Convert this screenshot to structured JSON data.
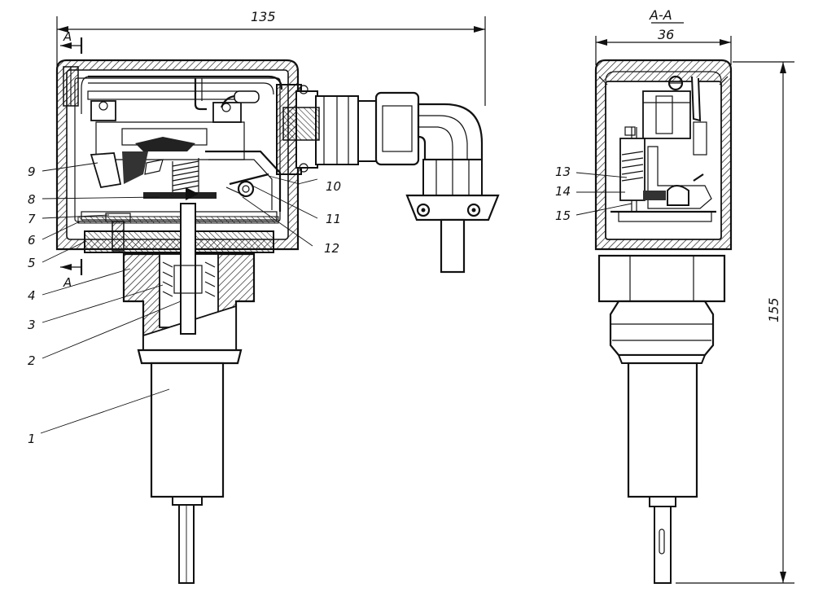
{
  "dimensions": {
    "total_width": "135",
    "section_width": "36",
    "total_height": "155"
  },
  "section": {
    "title": "A-A",
    "marker_top": "A",
    "marker_bottom": "A"
  },
  "callouts": [
    "1",
    "2",
    "3",
    "4",
    "5",
    "6",
    "7",
    "8",
    "9",
    "10",
    "11",
    "12",
    "13",
    "14",
    "15"
  ]
}
